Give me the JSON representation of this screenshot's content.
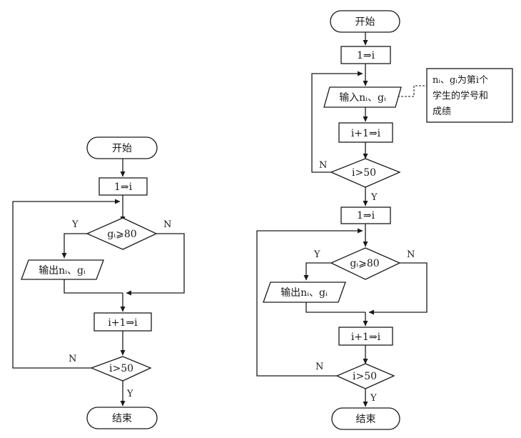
{
  "left": {
    "start": "开始",
    "init": "1⇒i",
    "decision": "gᵢ⩾80",
    "output": "输出nᵢ、gᵢ",
    "increment": "i+1⇒i",
    "loop_check": "i>50",
    "end": "结束",
    "labels": {
      "yes": "Y",
      "no": "N"
    }
  },
  "right": {
    "start": "开始",
    "init1": "1⇒i",
    "input": "输入nᵢ、gᵢ",
    "increment1": "i+1⇒i",
    "check1": "i>50",
    "init2": "1⇒i",
    "decision": "gᵢ⩾80",
    "output": "输出nᵢ、gᵢ",
    "increment2": "i+1⇒i",
    "check2": "i>50",
    "end": "结束",
    "note": [
      "nᵢ、gᵢ为第i个",
      "学生的学号和",
      "成绩"
    ],
    "labels": {
      "yes": "Y",
      "no": "N"
    }
  }
}
